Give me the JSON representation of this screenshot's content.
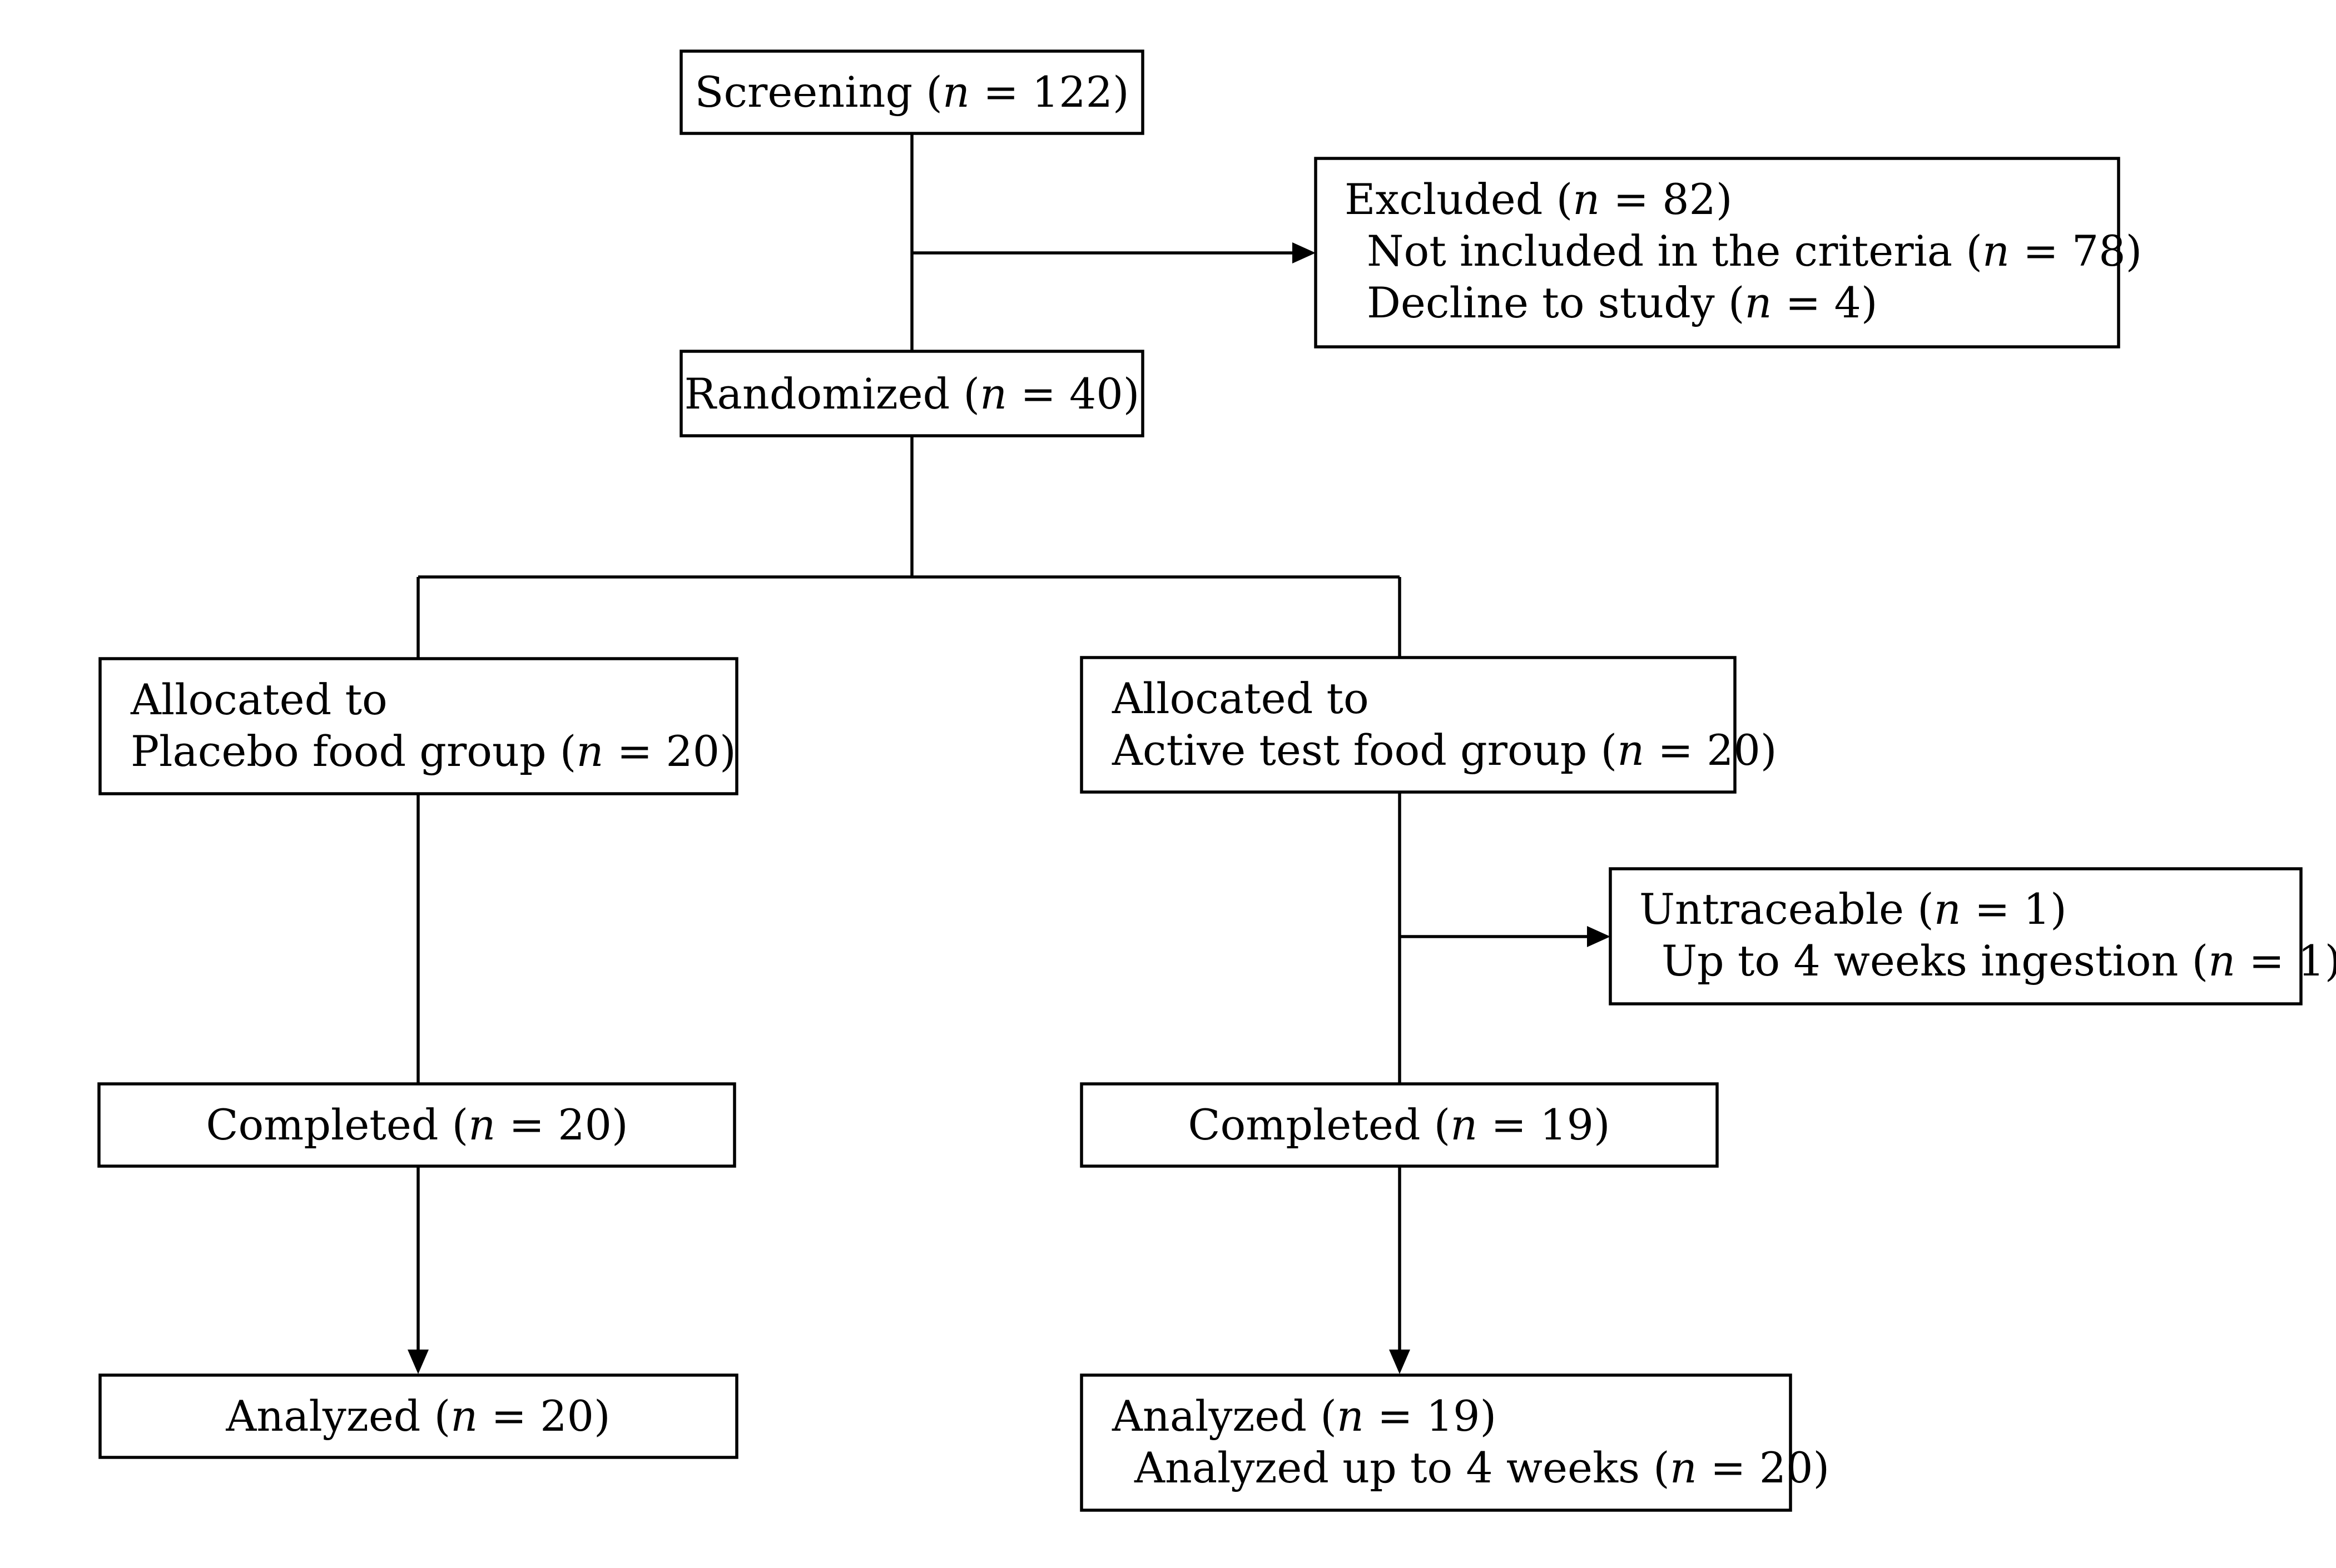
{
  "flow": {
    "screening": {
      "lines": [
        {
          "pre": "Screening (",
          "var": "n",
          "post": " = 122)"
        }
      ]
    },
    "excluded": {
      "lines": [
        {
          "pre": "Excluded (",
          "var": "n",
          "post": " = 82)"
        },
        {
          "pre": "Not included in the criteria (",
          "var": "n",
          "post": " = 78)"
        },
        {
          "pre": "Decline to study (",
          "var": "n",
          "post": " = 4)"
        }
      ]
    },
    "randomized": {
      "lines": [
        {
          "pre": "Randomized (",
          "var": "n",
          "post": " = 40)"
        }
      ]
    },
    "placebo_allocated": {
      "lines": [
        {
          "pre": "Allocated to",
          "var": "",
          "post": ""
        },
        {
          "pre": "Placebo food group (",
          "var": "n",
          "post": " = 20)"
        }
      ]
    },
    "active_allocated": {
      "lines": [
        {
          "pre": "Allocated to",
          "var": "",
          "post": ""
        },
        {
          "pre": "Active test food group (",
          "var": "n",
          "post": " = 20)"
        }
      ]
    },
    "untraceable": {
      "lines": [
        {
          "pre": "Untraceable (",
          "var": "n",
          "post": " = 1)"
        },
        {
          "pre": "Up to 4 weeks ingestion (",
          "var": "n",
          "post": " = 1)"
        }
      ]
    },
    "placebo_completed": {
      "lines": [
        {
          "pre": "Completed (",
          "var": "n",
          "post": " = 20)"
        }
      ]
    },
    "active_completed": {
      "lines": [
        {
          "pre": "Completed (",
          "var": "n",
          "post": " = 19)"
        }
      ]
    },
    "placebo_analyzed": {
      "lines": [
        {
          "pre": "Analyzed (",
          "var": "n",
          "post": " = 20)"
        }
      ]
    },
    "active_analyzed": {
      "lines": [
        {
          "pre": "Analyzed (",
          "var": "n",
          "post": " = 19)"
        },
        {
          "pre": "Analyzed up to 4 weeks (",
          "var": "n",
          "post": " = 20)"
        }
      ]
    }
  }
}
